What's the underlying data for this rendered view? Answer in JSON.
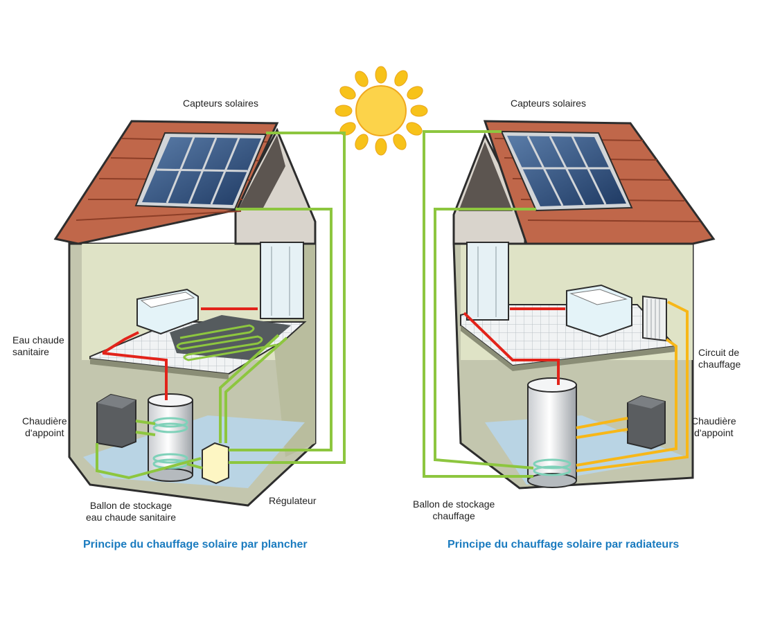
{
  "left_house": {
    "label_capteurs": "Capteurs solaires",
    "label_eau_chaude": [
      "Eau chaude",
      "sanitaire"
    ],
    "label_chaudiere": [
      "Chaudière",
      "d'appoint"
    ],
    "label_ballon": [
      "Ballon de stockage",
      "eau chaude sanitaire"
    ],
    "label_regulateur": "Régulateur",
    "caption": "Principe du chauffage solaire par plancher"
  },
  "right_house": {
    "label_capteurs": "Capteurs solaires",
    "label_circuit": [
      "Circuit de",
      "chauffage"
    ],
    "label_chaudiere": [
      "Chaudière",
      "d'appoint"
    ],
    "label_ballon": [
      "Ballon de stockage",
      "chauffage"
    ],
    "caption": "Principe du chauffage solaire par radiateurs"
  },
  "colors": {
    "solar_loop": "#8dc63f",
    "hot_water": "#e2231a",
    "heating_loop": "#f7b718",
    "caption": "#1a7bbf",
    "roof": "#c0674a",
    "wall": "#d8dcc0"
  }
}
